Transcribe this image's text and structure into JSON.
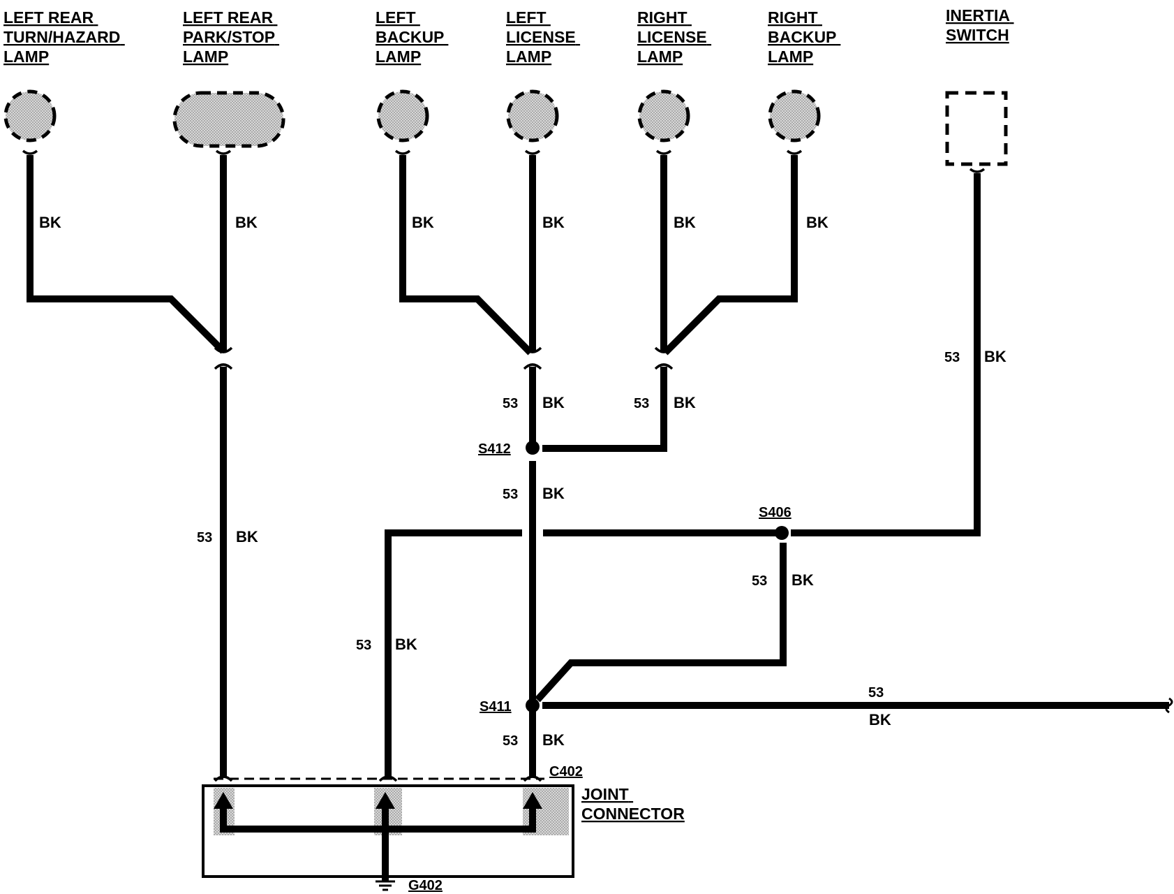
{
  "components": {
    "left_rear_turn_hazard_lamp": [
      "LEFT REAR",
      "TURN/HAZARD",
      "LAMP"
    ],
    "left_rear_park_stop_lamp": [
      "LEFT REAR",
      "PARK/STOP",
      "LAMP"
    ],
    "left_backup_lamp": [
      "LEFT",
      "BACKUP",
      "LAMP"
    ],
    "left_license_lamp": [
      "LEFT",
      "LICENSE",
      "LAMP"
    ],
    "right_license_lamp": [
      "RIGHT",
      "LICENSE",
      "LAMP"
    ],
    "right_backup_lamp": [
      "RIGHT",
      "BACKUP",
      "LAMP"
    ],
    "inertia_switch": [
      "INERTIA",
      "SWITCH"
    ],
    "joint_connector": [
      "JOINT",
      "CONNECTOR"
    ]
  },
  "wire": {
    "circuit": "53",
    "color": "BK"
  },
  "splices": {
    "s412": "S412",
    "s406": "S406",
    "s411": "S411"
  },
  "connector": "C402",
  "ground": "G402"
}
